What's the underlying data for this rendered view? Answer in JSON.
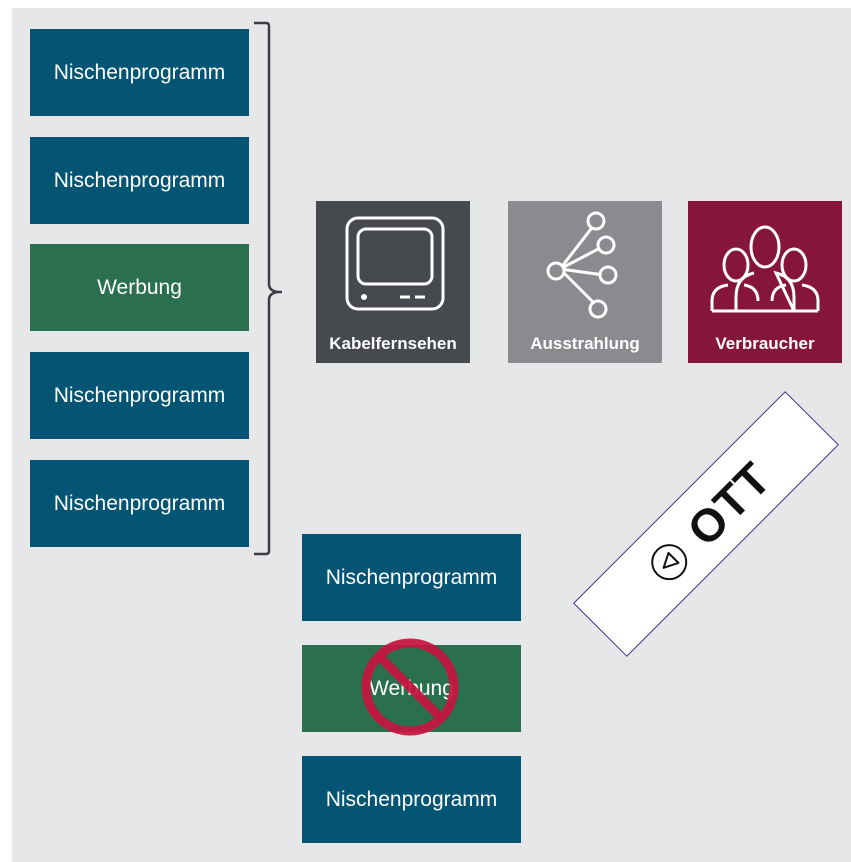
{
  "program_stack": [
    {
      "label": "Nischenprogramm",
      "kind": "program"
    },
    {
      "label": "Nischenprogramm",
      "kind": "program"
    },
    {
      "label": "Werbung",
      "kind": "ad"
    },
    {
      "label": "Nischenprogramm",
      "kind": "program"
    },
    {
      "label": "Nischenprogramm",
      "kind": "program"
    }
  ],
  "tiles": [
    {
      "label": "Kabelfernsehen",
      "icon": "tv-icon",
      "color": "#46494e"
    },
    {
      "label": "Ausstrahlung",
      "icon": "broadcast-network-icon",
      "color": "#8a8b8e"
    },
    {
      "label": "Verbraucher",
      "icon": "consumers-icon",
      "color": "#86153a"
    }
  ],
  "ott": {
    "label": "OTT",
    "icon": "play-triangle-icon",
    "border_color": "#4a2c86"
  },
  "ott_stack": [
    {
      "label": "Nischenprogramm",
      "kind": "program"
    },
    {
      "label": "Werbung",
      "kind": "ad",
      "blocked": true
    },
    {
      "label": "Nischenprogramm",
      "kind": "program"
    }
  ],
  "colors": {
    "program": "#045573",
    "ad": "#2a704f",
    "background": "#e6e7e9",
    "no_sign": "#c8143f"
  }
}
